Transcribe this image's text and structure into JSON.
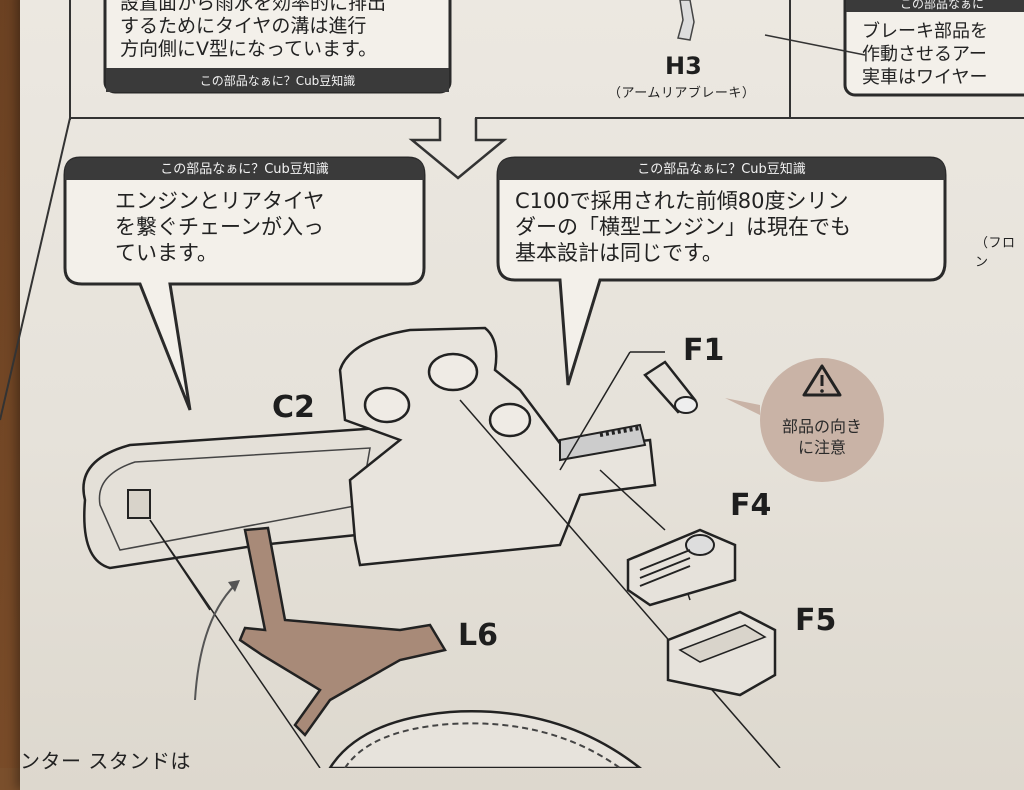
{
  "top_left_bubble": {
    "lines": "設置面から雨水を効率的に排出\nするためにタイヤの溝は進行\n方向側にV型になっています。",
    "header": "この部品なぁに？Cub豆知識"
  },
  "top_right_bubble": {
    "header": "この部品なぁに",
    "lines": "ブレーキ部品を\n作動させるアー\n実車はワイヤー"
  },
  "h3": {
    "label": "H3",
    "sublabel": "（アームリアブレーキ）"
  },
  "left_bubble": {
    "header": "この部品なぁに？Cub豆知識",
    "lines": "エンジンとリアタイヤ\nを繋ぐチェーンが入っ\nています。"
  },
  "center_bubble": {
    "header": "この部品なぁに？Cub豆知識",
    "lines": "C100で採用された前傾80度シリン\nダーの「横型エンジン」は現在でも\n基本設計は同じです。"
  },
  "edge_right_text": "（フロン",
  "warning": {
    "icon": "warning-triangle-icon",
    "text": "部品の向き\nに注意"
  },
  "parts": {
    "c2": "C2",
    "f1": "F1",
    "f4": "F4",
    "f5": "F5",
    "l6": "L6"
  },
  "bottom_left_text": "ンター スタンドは",
  "colors": {
    "bubble_header": "#3a3a3a",
    "warning_circle": "#c9b3a6",
    "paper": "#e8e4dc"
  }
}
